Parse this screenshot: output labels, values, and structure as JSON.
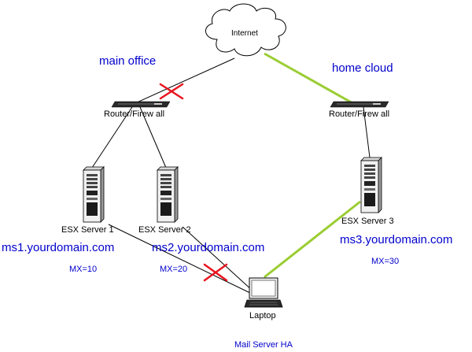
{
  "colors": {
    "text_blue": "#0000cc",
    "active_link": "#9acd32",
    "failed_mark": "#e8141e",
    "line": "#000000"
  },
  "nodes": {
    "internet": {
      "label": "Internet",
      "icon": "cloud-icon"
    },
    "router_main": {
      "label": "Router/Firew all",
      "icon": "router-icon"
    },
    "router_home": {
      "label": "Router/Firew all",
      "icon": "router-icon"
    },
    "esx1": {
      "label": "ESX Server 1",
      "icon": "server-tower-icon"
    },
    "esx2": {
      "label": "ESX Server 2",
      "icon": "server-tower-icon"
    },
    "esx3": {
      "label": "ESX Server 3",
      "icon": "server-tower-icon"
    },
    "laptop": {
      "label": "Laptop",
      "icon": "laptop-icon"
    }
  },
  "sites": {
    "main_office": "main office",
    "home_cloud": "home cloud"
  },
  "hosts": [
    {
      "name": "ms1.yourdomain.com",
      "mx": "MX=10"
    },
    {
      "name": "ms2.yourdomain.com",
      "mx": "MX=20"
    },
    {
      "name": "ms3.yourdomain.com",
      "mx": "MX=30"
    }
  ],
  "links": [
    {
      "from": "internet",
      "to": "router_main",
      "status": "failed"
    },
    {
      "from": "internet",
      "to": "router_home",
      "status": "active"
    },
    {
      "from": "router_main",
      "to": "esx1",
      "status": "normal"
    },
    {
      "from": "router_main",
      "to": "esx2",
      "status": "normal"
    },
    {
      "from": "router_home",
      "to": "esx3",
      "status": "normal"
    },
    {
      "from": "esx1",
      "to": "laptop",
      "status": "normal"
    },
    {
      "from": "esx2",
      "to": "laptop",
      "status": "failed"
    },
    {
      "from": "esx3",
      "to": "laptop",
      "status": "active"
    }
  ],
  "caption": "Mail Server HA"
}
